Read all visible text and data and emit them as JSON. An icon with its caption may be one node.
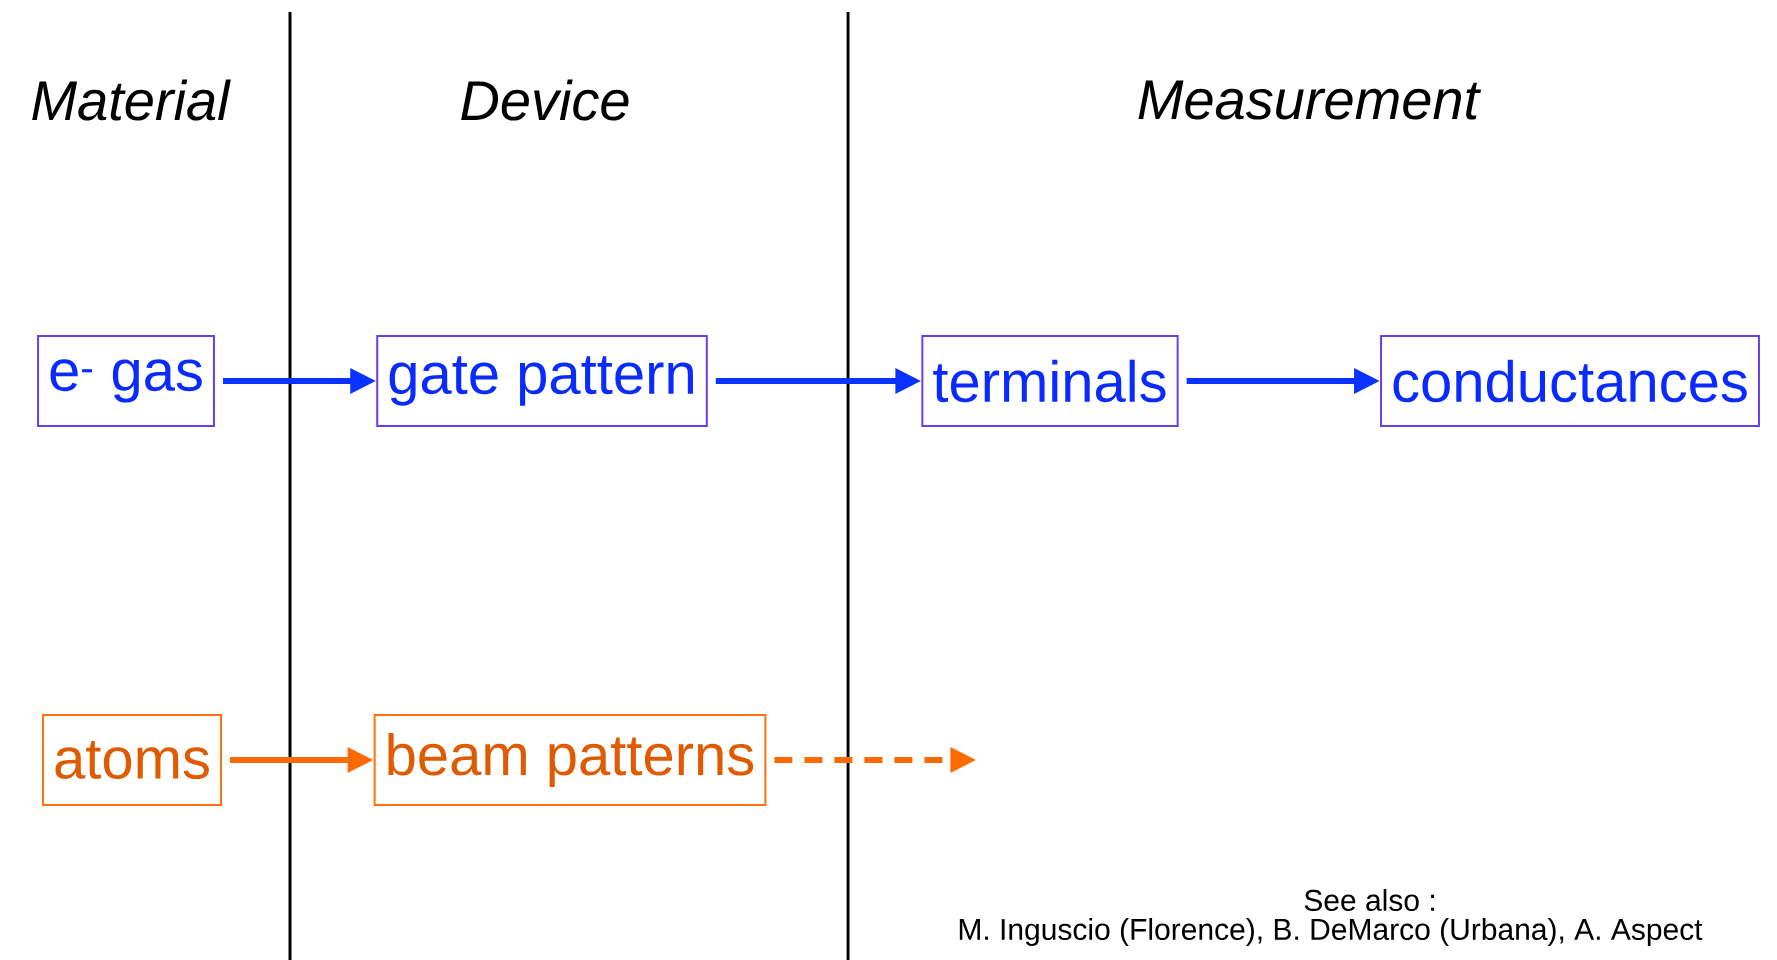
{
  "diagram": {
    "nodes": [
      {
        "text": [
          "Material"
        ]
      },
      {
        "text": [
          "Device"
        ]
      },
      {
        "text": [
          "Measurement"
        ]
      },
      {
        "text": [
          "e$^{-}$ gas"
        ]
      },
      {
        "text": [
          "gate pattern"
        ]
      },
      {
        "text": [
          "terminals"
        ]
      },
      {
        "text": [
          "conductances"
        ]
      },
      {
        "text": [
          "atoms"
        ]
      },
      {
        "text": [
          "beam patterns"
        ]
      }
    ],
    "edges": [
      {
        "from": 3,
        "to": 4,
        "arrow": "to"
      },
      {
        "from": 4,
        "to": 5,
        "arrow": "to"
      },
      {
        "from": 5,
        "to": 6,
        "arrow": "to"
      },
      {
        "from": 7,
        "to": 8,
        "arrow": "to",
        "color": "#ff6a00"
      },
      {
        "from": 8,
        "to": null,
        "arrow": "to",
        "style": "dashed",
        "color": "#ff6a00"
      }
    ],
    "labels": [
      "See also :",
      "M. Inguscio (Florence), B. DeMarco (Urbana), A. Aspect"
    ]
  }
}
